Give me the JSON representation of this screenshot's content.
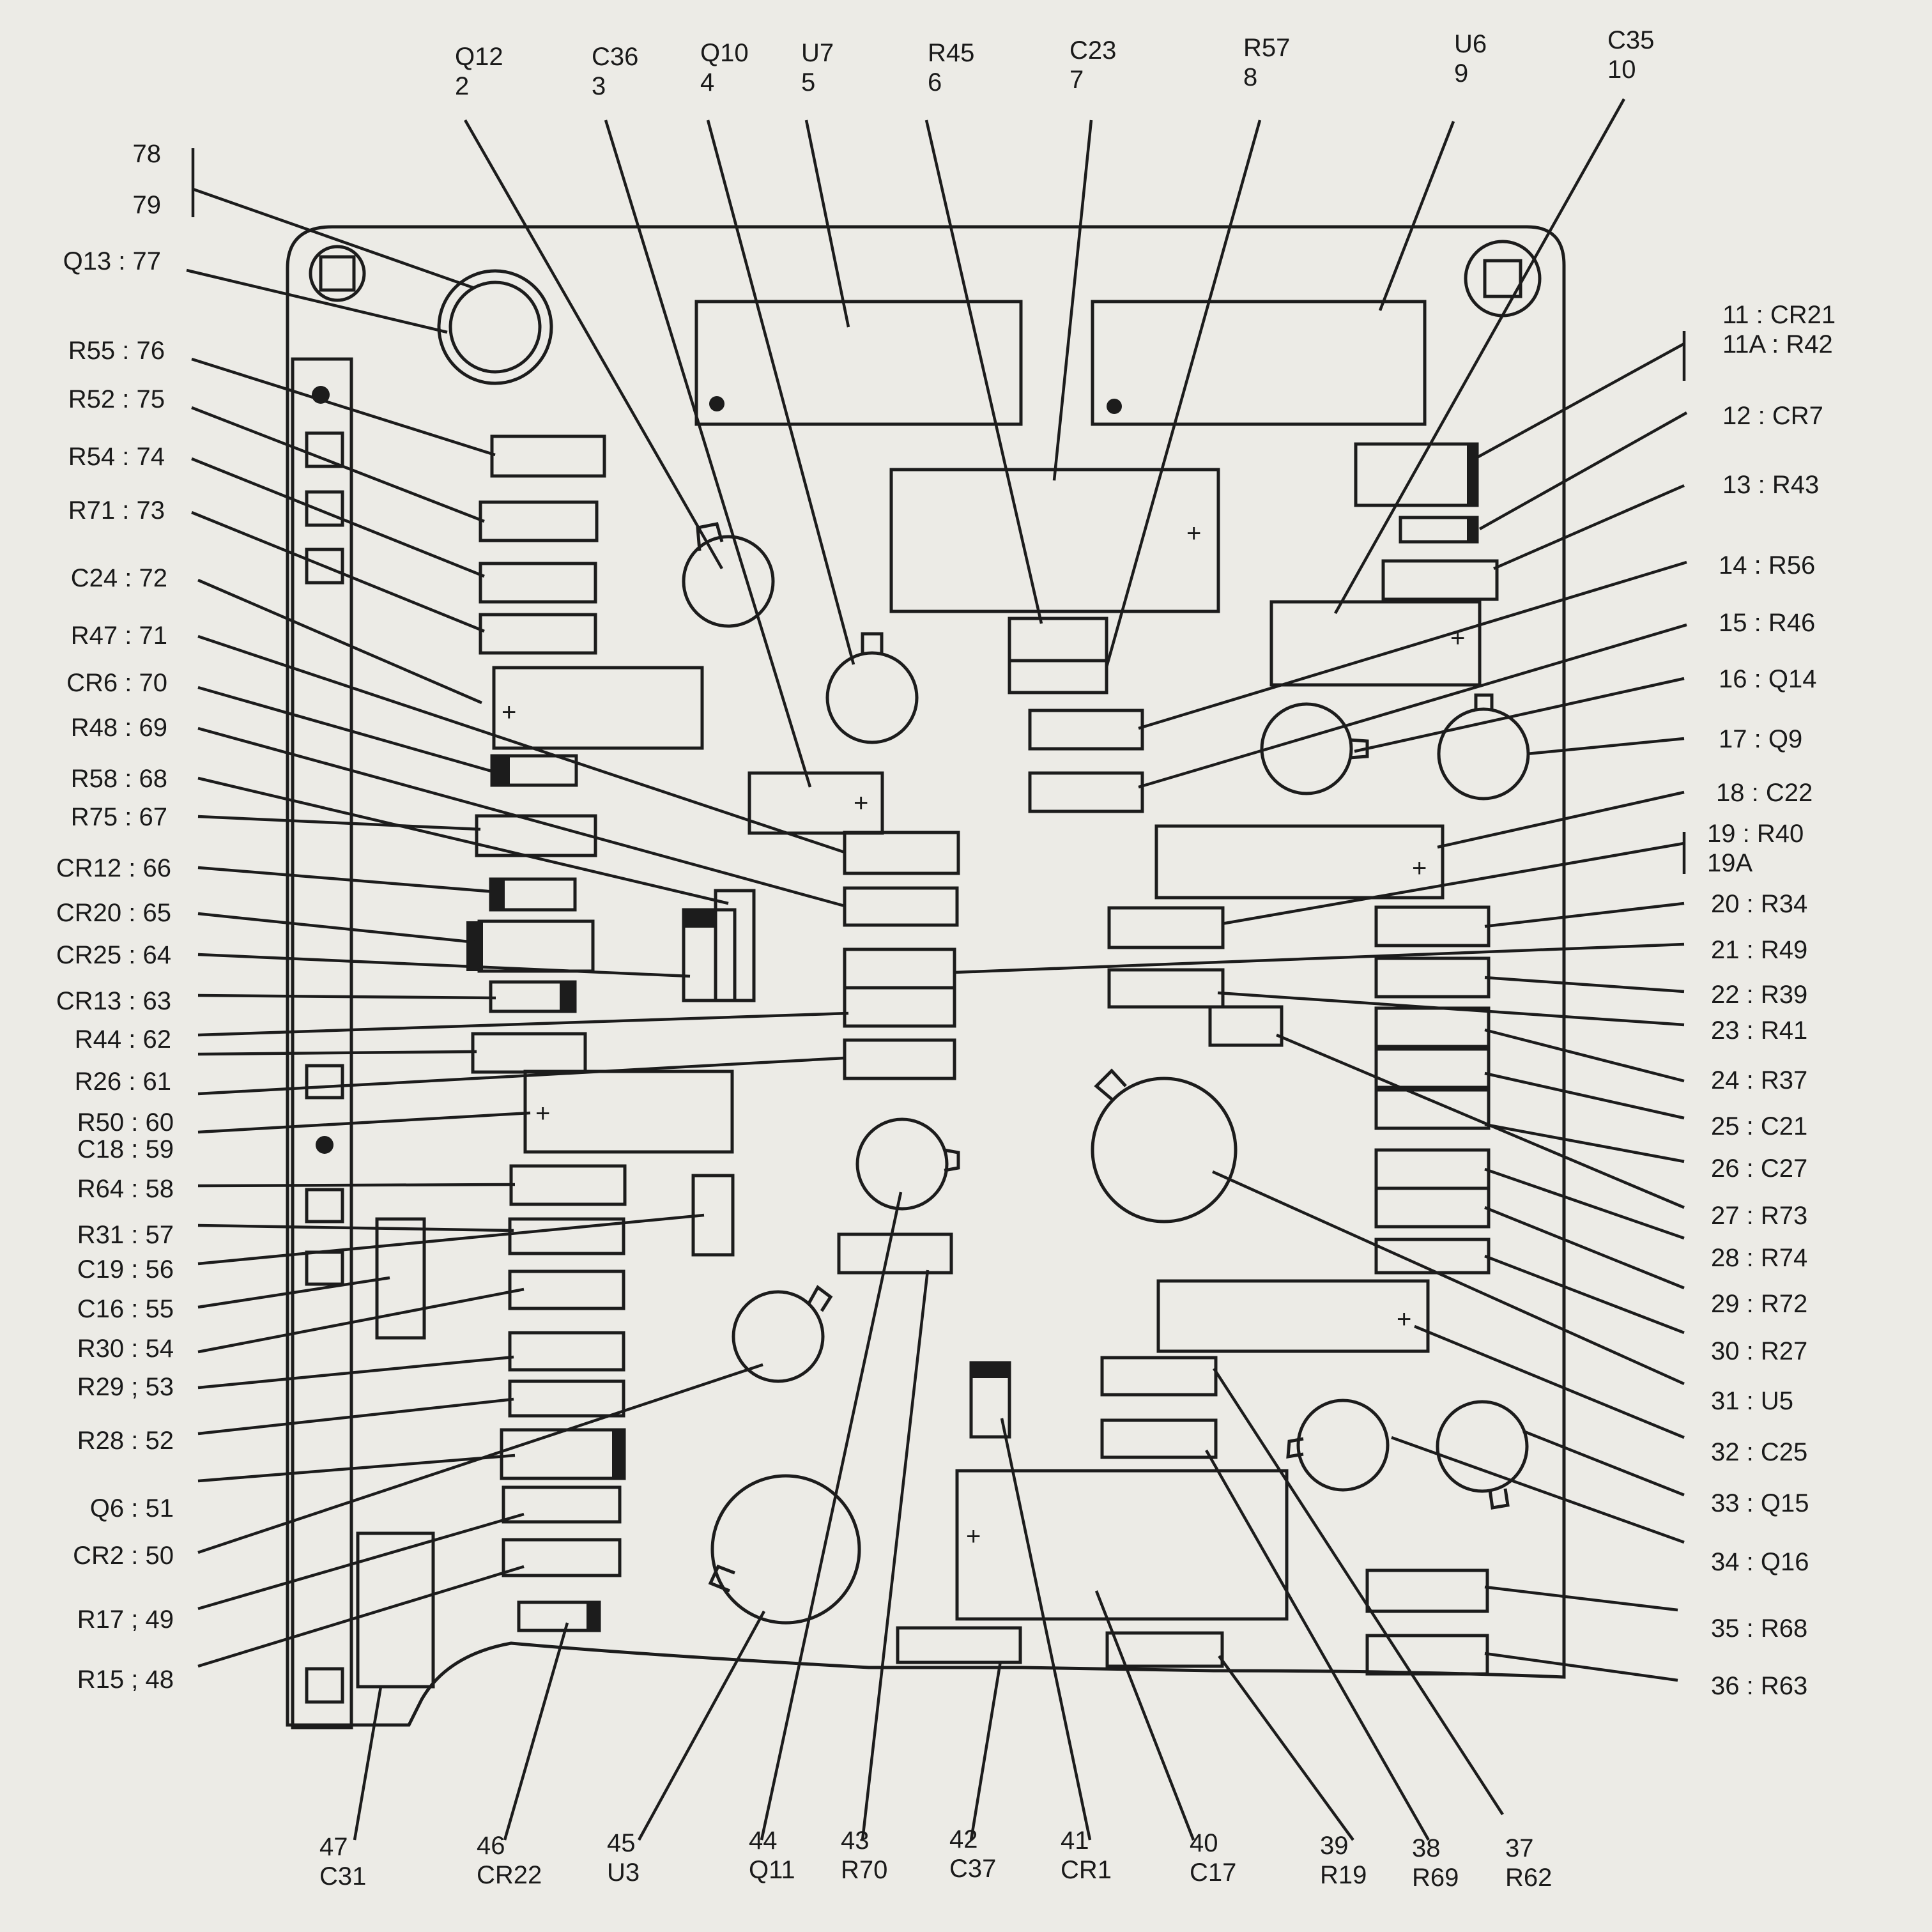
{
  "top_labels": [
    {
      "id": "q12",
      "l1": "Q12",
      "l2": "2"
    },
    {
      "id": "c36",
      "l1": "C36",
      "l2": "3"
    },
    {
      "id": "q10",
      "l1": "Q10",
      "l2": "4"
    },
    {
      "id": "u7",
      "l1": "U7",
      "l2": "5"
    },
    {
      "id": "r45",
      "l1": "R45",
      "l2": "6"
    },
    {
      "id": "c23",
      "l1": "C23",
      "l2": "7"
    },
    {
      "id": "r57",
      "l1": "R57",
      "l2": "8"
    },
    {
      "id": "u6",
      "l1": "U6",
      "l2": "9"
    },
    {
      "id": "c35",
      "l1": "C35",
      "l2": "10"
    }
  ],
  "left_labels": [
    {
      "id": "n78",
      "t": "78"
    },
    {
      "id": "n79",
      "t": "79"
    },
    {
      "id": "q13",
      "t": "Q13 : 77"
    },
    {
      "id": "r55",
      "t": "R55 : 76"
    },
    {
      "id": "r52",
      "t": "R52 : 75"
    },
    {
      "id": "r54",
      "t": "R54 : 74"
    },
    {
      "id": "r71",
      "t": "R71 : 73"
    },
    {
      "id": "c24",
      "t": "C24 : 72"
    },
    {
      "id": "r47",
      "t": "R47 : 71"
    },
    {
      "id": "cr6",
      "t": "CR6 : 70"
    },
    {
      "id": "r48",
      "t": "R48 : 69"
    },
    {
      "id": "r58",
      "t": "R58 : 68"
    },
    {
      "id": "r75",
      "t": "R75 : 67"
    },
    {
      "id": "cr12",
      "t": "CR12 : 66"
    },
    {
      "id": "cr20",
      "t": "CR20 : 65"
    },
    {
      "id": "cr25",
      "t": "CR25 : 64"
    },
    {
      "id": "cr13",
      "t": "CR13 : 63"
    },
    {
      "id": "r44",
      "t": "R44 : 62"
    },
    {
      "id": "r26",
      "t": "R26 : 61"
    },
    {
      "id": "r50",
      "t": "R50 : 60"
    },
    {
      "id": "c18",
      "t": "C18 : 59"
    },
    {
      "id": "r64",
      "t": "R64 : 58"
    },
    {
      "id": "r31",
      "t": "R31 : 57"
    },
    {
      "id": "c19",
      "t": "C19 : 56"
    },
    {
      "id": "c16",
      "t": "C16 : 55"
    },
    {
      "id": "r30",
      "t": "R30 : 54"
    },
    {
      "id": "r29",
      "t": "R29 ; 53"
    },
    {
      "id": "r28",
      "t": "R28 : 52"
    },
    {
      "id": "q6",
      "t": "Q6 : 51"
    },
    {
      "id": "cr2",
      "t": "CR2 : 50"
    },
    {
      "id": "r17",
      "t": "R17 ; 49"
    },
    {
      "id": "r15",
      "t": "R15 ; 48"
    }
  ],
  "right_labels": [
    {
      "id": "cr21",
      "t": "11 : CR21"
    },
    {
      "id": "r42",
      "t": "11A : R42"
    },
    {
      "id": "cr7",
      "t": "12 : CR7"
    },
    {
      "id": "r43",
      "t": "13 : R43"
    },
    {
      "id": "r56",
      "t": "14 : R56"
    },
    {
      "id": "r46",
      "t": "15 : R46"
    },
    {
      "id": "q14",
      "t": "16 : Q14"
    },
    {
      "id": "q9",
      "t": "17 : Q9"
    },
    {
      "id": "c22",
      "t": "18 : C22"
    },
    {
      "id": "r40",
      "t": "19 : R40"
    },
    {
      "id": "n19a",
      "t": "19A"
    },
    {
      "id": "r34",
      "t": "20 : R34"
    },
    {
      "id": "r49",
      "t": "21 : R49"
    },
    {
      "id": "r39",
      "t": "22 : R39"
    },
    {
      "id": "r41",
      "t": "23 : R41"
    },
    {
      "id": "r37",
      "t": "24 : R37"
    },
    {
      "id": "c21",
      "t": "25 : C21"
    },
    {
      "id": "c27",
      "t": "26 : C27"
    },
    {
      "id": "r73",
      "t": "27 : R73"
    },
    {
      "id": "r74",
      "t": "28 : R74"
    },
    {
      "id": "r72",
      "t": "29 : R72"
    },
    {
      "id": "r27",
      "t": "30 : R27"
    },
    {
      "id": "u5",
      "t": "31 : U5"
    },
    {
      "id": "c25",
      "t": "32 : C25"
    },
    {
      "id": "q15",
      "t": "33 : Q15"
    },
    {
      "id": "q16",
      "t": "34 : Q16"
    },
    {
      "id": "r68",
      "t": "35 : R68"
    },
    {
      "id": "r63",
      "t": "36 : R63"
    }
  ],
  "bottom_labels": [
    {
      "id": "c31",
      "l1": "47",
      "l2": "C31"
    },
    {
      "id": "cr22",
      "l1": "46",
      "l2": "CR22"
    },
    {
      "id": "u3",
      "l1": "45",
      "l2": "U3"
    },
    {
      "id": "q11",
      "l1": "44",
      "l2": "Q11"
    },
    {
      "id": "r70",
      "l1": "43",
      "l2": "R70"
    },
    {
      "id": "c37",
      "l1": "42",
      "l2": "C37"
    },
    {
      "id": "cr1",
      "l1": "41",
      "l2": "CR1"
    },
    {
      "id": "c17",
      "l1": "40",
      "l2": "C17"
    },
    {
      "id": "r19",
      "l1": "39",
      "l2": "R19"
    },
    {
      "id": "r69",
      "l1": "38",
      "l2": "R69"
    },
    {
      "id": "r62",
      "l1": "37",
      "l2": "R62"
    }
  ],
  "plus_sign": "+"
}
